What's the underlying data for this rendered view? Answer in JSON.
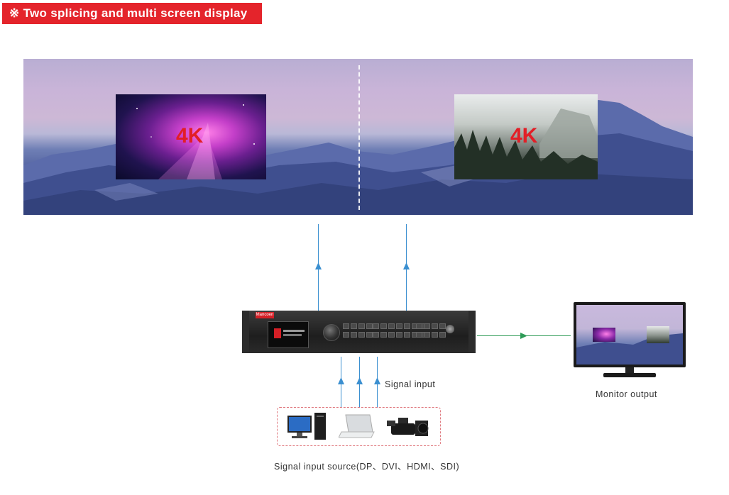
{
  "header": {
    "symbol": "※",
    "title": "Two splicing and multi screen display"
  },
  "wall": {
    "left_screen_label": "4K",
    "right_screen_label": "4K"
  },
  "processor": {
    "brand_tab": "Mancoen"
  },
  "captions": {
    "signal_input": "Signal input",
    "monitor_output": "Monitor output",
    "signal_input_source": "Signal input source(DP、DVI、HDMI、SDI)"
  },
  "colors": {
    "banner_red": "#e4242b",
    "label_4k_red": "#e21e26",
    "up_arrow_blue": "#3a8fd0",
    "output_arrow_green": "#2e9b57",
    "sources_border": "#e07a80"
  },
  "icons": [
    "desktop-computer-icon",
    "laptop-icon",
    "video-camera-icon"
  ]
}
